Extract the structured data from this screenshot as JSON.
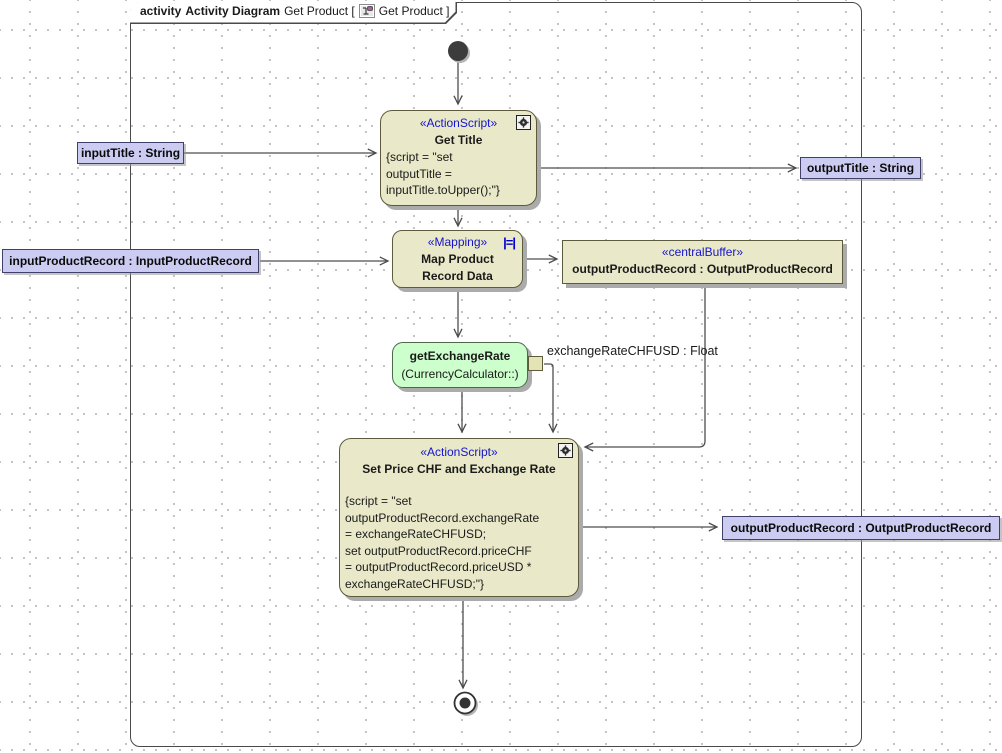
{
  "frame": {
    "kind_label": "activity",
    "diagram_type": "Activity Diagram",
    "name_left": "Get Product [",
    "name_right": "Get Product ]"
  },
  "nodes": {
    "get_title": {
      "stereotype": "«ActionScript»",
      "name": "Get Title",
      "script_lines": [
        "{script = \"set",
        "outputTitle =",
        "inputTitle.toUpper();\"}"
      ]
    },
    "map_product": {
      "stereotype": "«Mapping»",
      "name_line1": "Map Product",
      "name_line2": "Record Data",
      "icon_glyph": "|=|"
    },
    "central_buffer": {
      "stereotype": "«centralBuffer»",
      "name": "outputProductRecord : OutputProductRecord"
    },
    "get_exchange_rate": {
      "name": "getExchangeRate",
      "qualifier": "(CurrencyCalculator::)"
    },
    "set_price": {
      "stereotype": "«ActionScript»",
      "name": "Set Price CHF and Exchange Rate",
      "script_lines": [
        "{script = \"set",
        "outputProductRecord.exchangeRate",
        " = exchangeRateCHFUSD;",
        "set outputProductRecord.priceCHF",
        "= outputProductRecord.priceUSD *",
        "exchangeRateCHFUSD;\"}"
      ]
    }
  },
  "labels": {
    "input_title": "inputTitle : String",
    "output_title": "outputTitle : String",
    "input_product_record": "inputProductRecord : InputProductRecord",
    "output_product_record": "outputProductRecord : OutputProductRecord",
    "exchange_rate_pin": "exchangeRateCHFUSD : Float"
  },
  "colors": {
    "node_fill": "#e9e9c9",
    "node_border": "#5c5c3d",
    "green_fill": "#ccffcc",
    "label_fill": "#ccccf2",
    "stereotype_blue": "#1414cd",
    "edge": "#4d4d4d",
    "shadow": "#ababab"
  }
}
